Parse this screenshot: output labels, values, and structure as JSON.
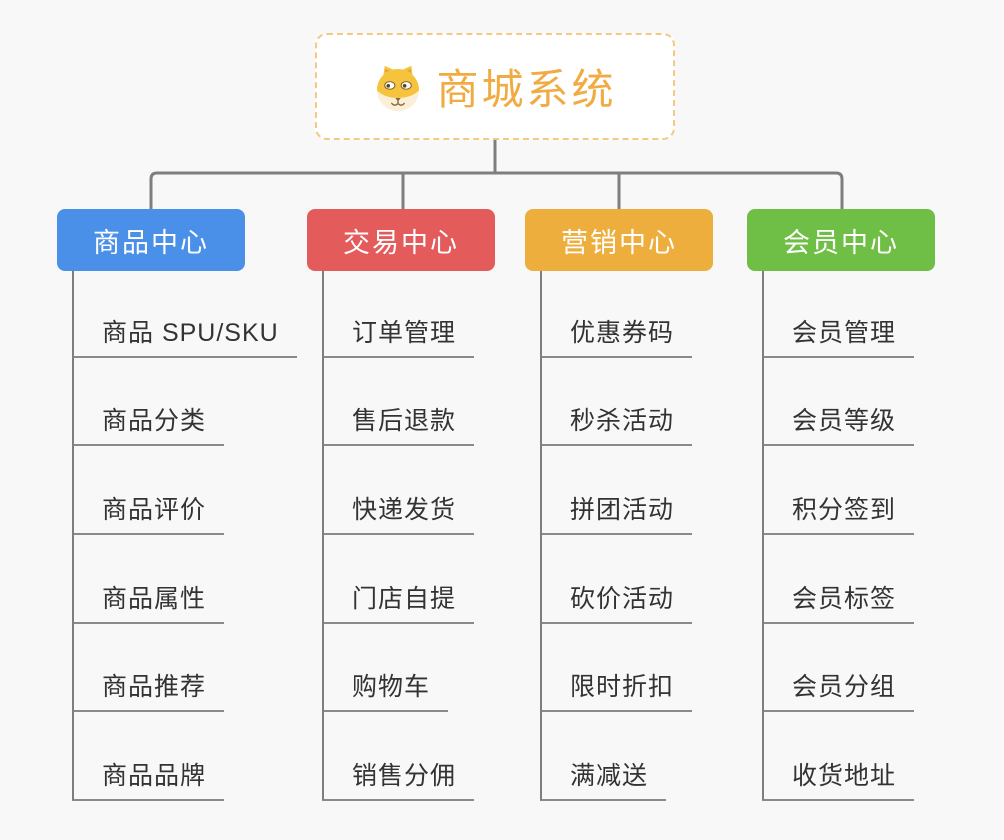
{
  "root": {
    "label": "商城系统",
    "icon": "dog-face-icon"
  },
  "branches": [
    {
      "label": "商品中心",
      "color": "#4a90e8",
      "items": [
        "商品 SPU/SKU",
        "商品分类",
        "商品评价",
        "商品属性",
        "商品推荐",
        "商品品牌"
      ]
    },
    {
      "label": "交易中心",
      "color": "#e45b5c",
      "items": [
        "订单管理",
        "售后退款",
        "快递发货",
        "门店自提",
        "购物车",
        "销售分佣"
      ]
    },
    {
      "label": "营销中心",
      "color": "#edae3e",
      "items": [
        "优惠券码",
        "秒杀活动",
        "拼团活动",
        "砍价活动",
        "限时折扣",
        "满减送"
      ]
    },
    {
      "label": "会员中心",
      "color": "#6fbe45",
      "items": [
        "会员管理",
        "会员等级",
        "积分签到",
        "会员标签",
        "会员分组",
        "收货地址"
      ]
    }
  ],
  "colors": {
    "canvas-bg": "#f8f8f8",
    "connector": "#7e7e7e",
    "underline": "#8a8a8a",
    "item-text": "#333333",
    "root-text": "#f0ab42",
    "root-border": "#f3c983",
    "root-bg": "#ffffff",
    "branch-text": "#ffffff"
  }
}
